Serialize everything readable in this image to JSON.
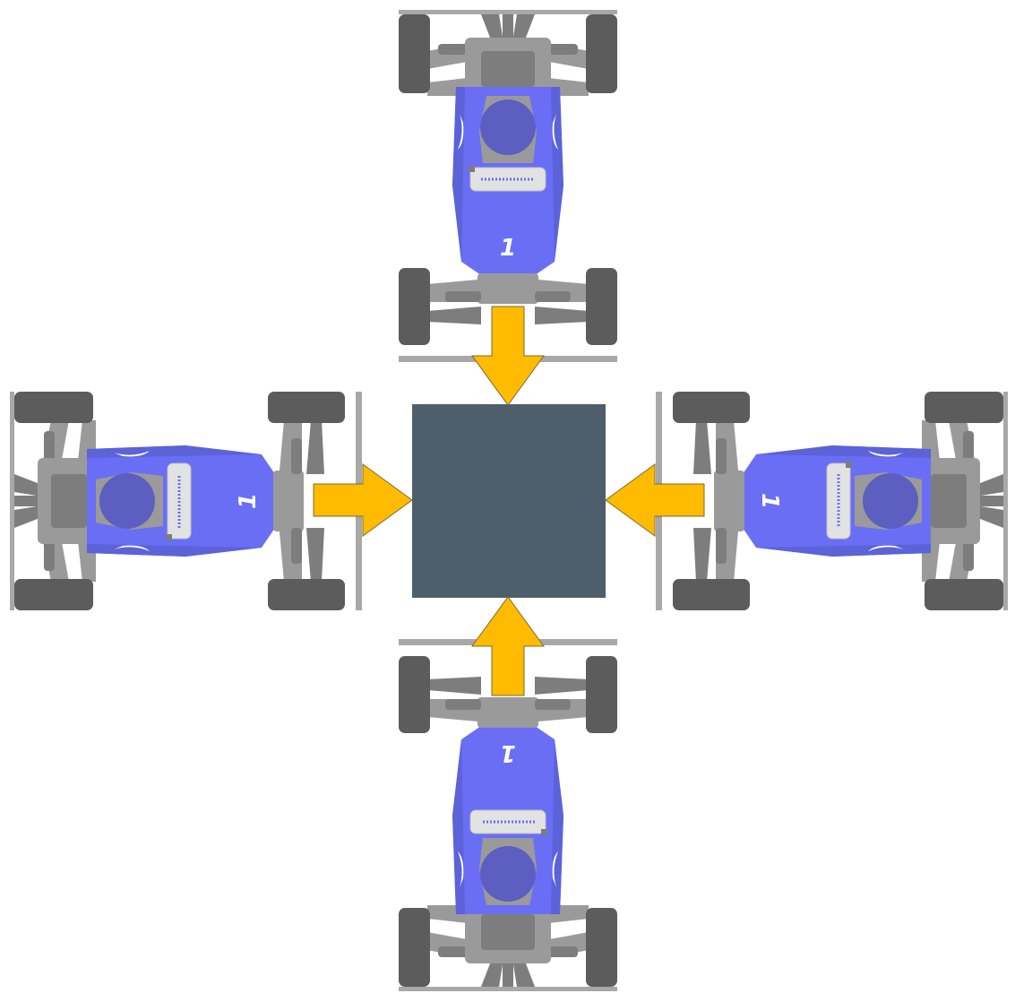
{
  "diagram": {
    "colors": {
      "background": "#ffffff",
      "center_block": "#4e5f6b",
      "arrow_fill": "#ffbb00",
      "arrow_stroke": "#7a6a3a",
      "car_body": "#6a6ef5",
      "car_body_dark": "#5c62d8",
      "cockpit": "#5c5fbf",
      "chassis": "#9a9a9a",
      "chassis_dark": "#7d7d7d",
      "tire": "#5c5c5c",
      "wing": "#a8a8a8"
    },
    "cars": [
      {
        "id": "car-top",
        "number": "1",
        "side": "top"
      },
      {
        "id": "car-left",
        "number": "1",
        "side": "left"
      },
      {
        "id": "car-right",
        "number": "1",
        "side": "right"
      },
      {
        "id": "car-bottom",
        "number": "1",
        "side": "bottom"
      }
    ],
    "arrows": [
      {
        "id": "arrow-top",
        "direction": "down"
      },
      {
        "id": "arrow-left",
        "direction": "right"
      },
      {
        "id": "arrow-right",
        "direction": "left"
      },
      {
        "id": "arrow-bottom",
        "direction": "up"
      }
    ]
  }
}
